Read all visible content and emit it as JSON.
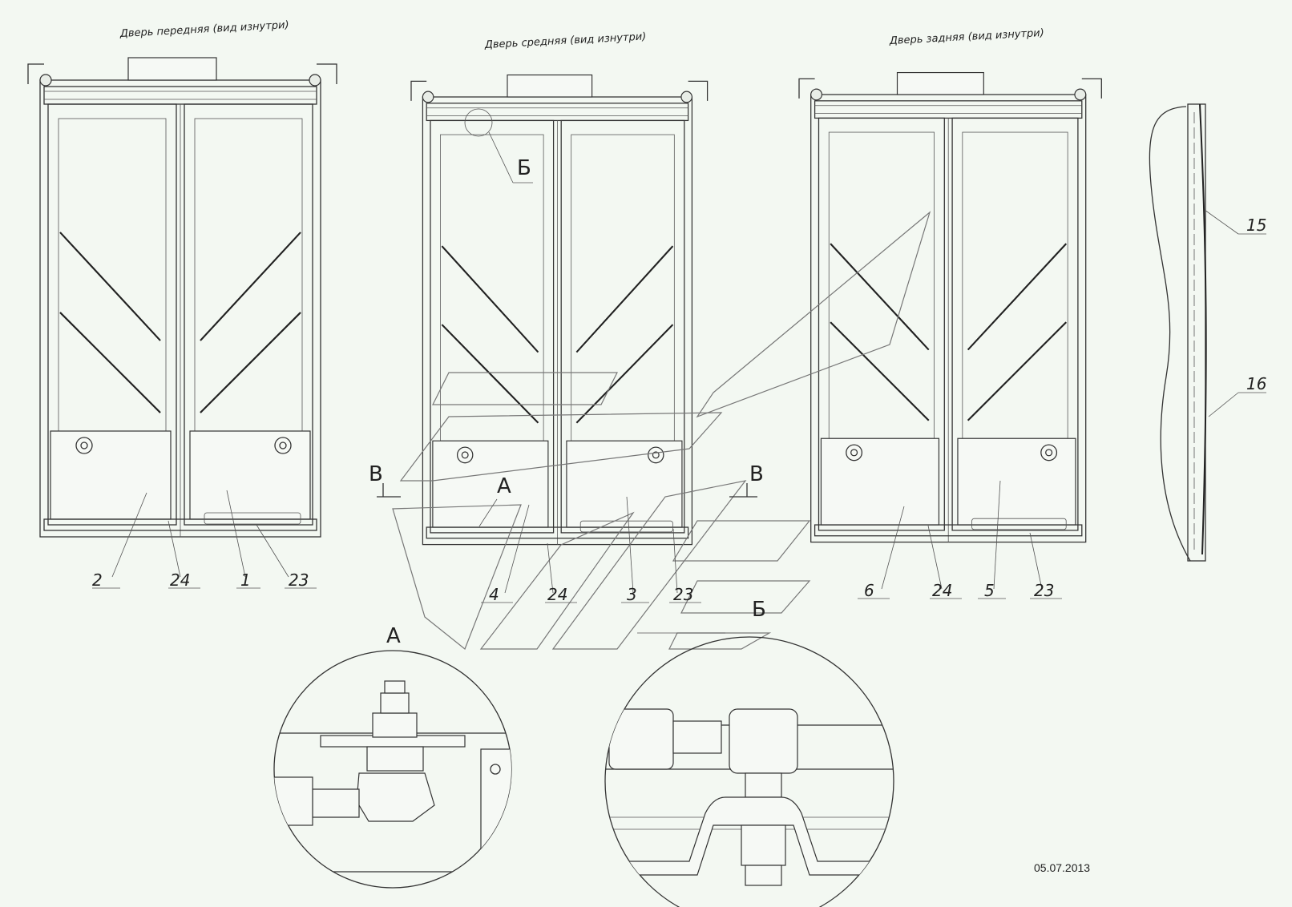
{
  "titles": {
    "front": "Дверь передняя (вид изнутри)",
    "middle": "Дверь средняя (вид изнутри)",
    "rear": "Дверь задняя (вид изнутри)"
  },
  "callouts": {
    "front": [
      "2",
      "24",
      "1",
      "23"
    ],
    "middle": [
      "4",
      "24",
      "3",
      "23"
    ],
    "rear": [
      "6",
      "24",
      "5",
      "23"
    ],
    "side": [
      "15",
      "16"
    ]
  },
  "markers": {
    "a": "А",
    "b": "Б",
    "v": "В"
  },
  "detail_titles": {
    "a": "А",
    "b": "Б"
  },
  "date": "05.07.2013"
}
